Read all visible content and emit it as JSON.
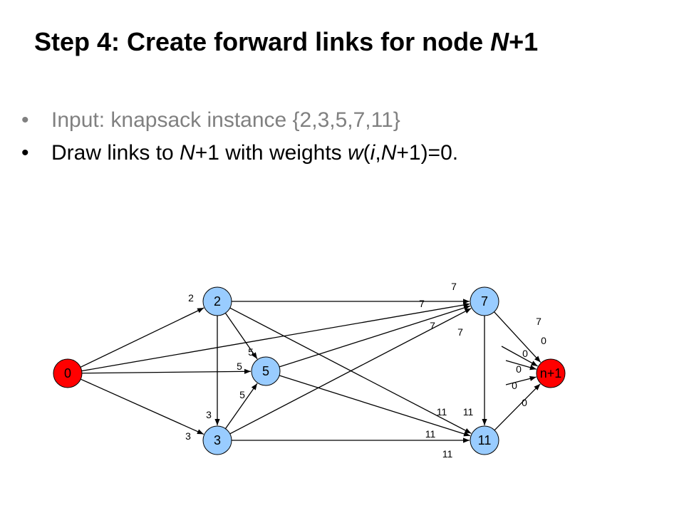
{
  "slide": {
    "title_prefix": "Step 4: Create forward links for node ",
    "title_em": "N",
    "title_suffix": "+1",
    "bullet1": "Input: knapsack instance {2,3,5,7,11}",
    "bullet2_a": "Draw links to ",
    "bullet2_b": "N",
    "bullet2_c": "+1 with weights ",
    "bullet2_d": "w",
    "bullet2_e": "(",
    "bullet2_f": "i",
    "bullet2_g": ",",
    "bullet2_h": "N",
    "bullet2_i": "+1)=0."
  },
  "graph": {
    "colors": {
      "start": "#ff0000",
      "end": "#ff0000",
      "node": "#99ccff",
      "edge": "#000000"
    },
    "nodes": [
      {
        "id": "0",
        "label": "0",
        "type": "start"
      },
      {
        "id": "2",
        "label": "2",
        "type": "node"
      },
      {
        "id": "3",
        "label": "3",
        "type": "node"
      },
      {
        "id": "5",
        "label": "5",
        "type": "node"
      },
      {
        "id": "7",
        "label": "7",
        "type": "node"
      },
      {
        "id": "11",
        "label": "11",
        "type": "node"
      },
      {
        "id": "n1",
        "label": "n+1",
        "type": "end"
      }
    ],
    "edges": [
      {
        "from": "0",
        "to": "2"
      },
      {
        "from": "0",
        "to": "3"
      },
      {
        "from": "0",
        "to": "5"
      },
      {
        "from": "0",
        "to": "7"
      },
      {
        "from": "2",
        "to": "3"
      },
      {
        "from": "2",
        "to": "5"
      },
      {
        "from": "2",
        "to": "7"
      },
      {
        "from": "2",
        "to": "11"
      },
      {
        "from": "3",
        "to": "5"
      },
      {
        "from": "3",
        "to": "7"
      },
      {
        "from": "3",
        "to": "11"
      },
      {
        "from": "5",
        "to": "7"
      },
      {
        "from": "5",
        "to": "11"
      },
      {
        "from": "7",
        "to": "11"
      },
      {
        "from": "7",
        "to": "n1"
      },
      {
        "from": "11",
        "to": "n1"
      },
      {
        "to": "n1"
      },
      {
        "to": "n1"
      },
      {
        "to": "n1"
      }
    ],
    "weights": [
      "2",
      "3",
      "3",
      "5",
      "5",
      "5",
      "7",
      "7",
      "7",
      "7",
      "7",
      "11",
      "11",
      "11",
      "11",
      "0",
      "0",
      "0",
      "0",
      "0"
    ]
  }
}
